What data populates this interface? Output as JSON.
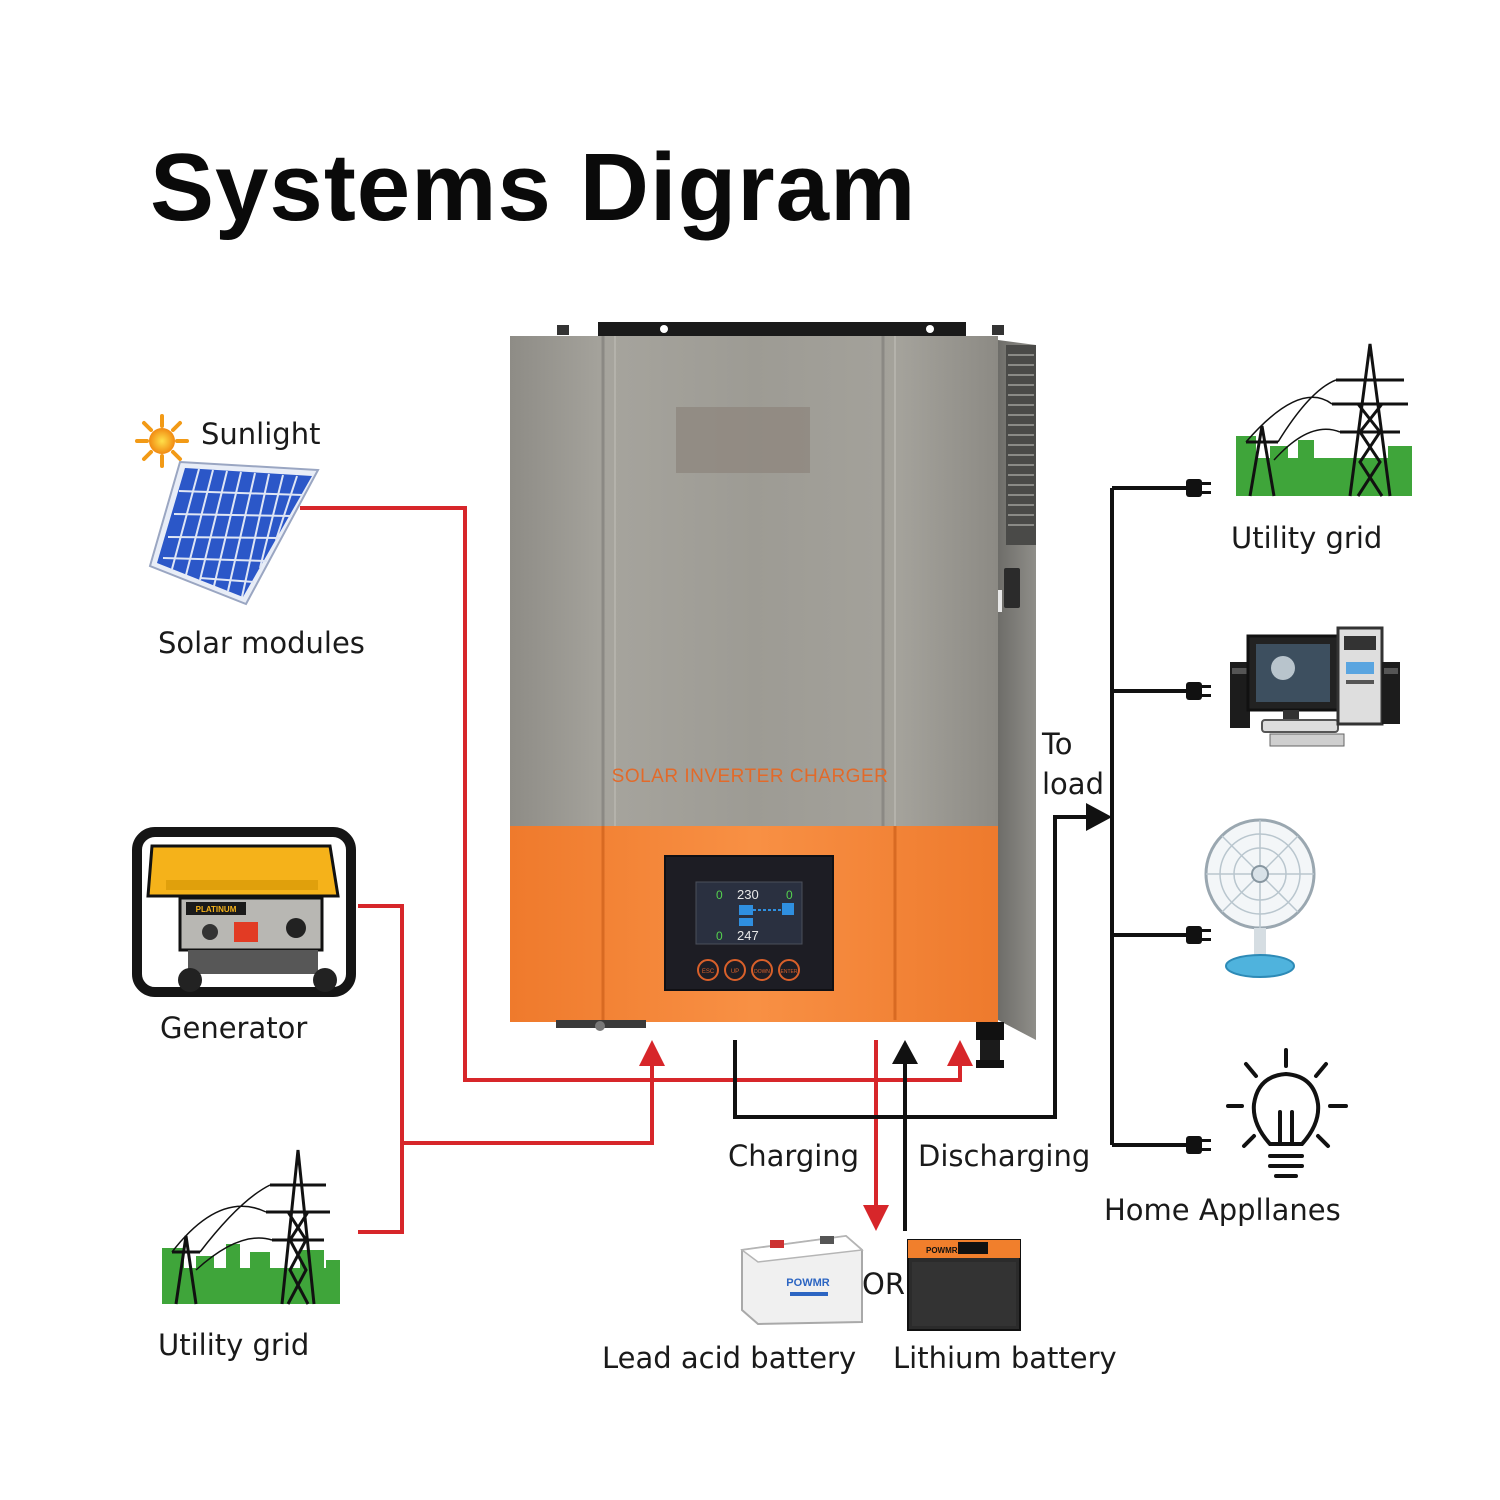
{
  "title": "Systems Digram",
  "colors": {
    "ac_line": "#d7262a",
    "dc_line": "#111111",
    "inverter_body": "#9a9890",
    "inverter_front": "#f5853a",
    "screen": "#1d1d24",
    "grass": "#3fa53a",
    "solar_cell": "#2b57c8"
  },
  "inverter": {
    "label": "SOLAR INVERTER CHARGER",
    "lcd": {
      "ac_value": "230",
      "bat_value": "247",
      "ind_a": "0",
      "ind_b": "0",
      "ind_c": "0"
    },
    "buttons": [
      "ESC",
      "UP",
      "DOWN",
      "ENTER"
    ]
  },
  "sources": {
    "sunlight": "Sunlight",
    "solar": "Solar modules",
    "generator": "Generator",
    "grid": "Utility grid"
  },
  "generator_badge": "PLATINUM",
  "to_load": {
    "line1": "To",
    "line2": "load"
  },
  "loads": {
    "utility_grid": "Utility grid",
    "home_appliances": "Home Appllanes"
  },
  "battery": {
    "charging": "Charging",
    "discharging": "Discharging",
    "or": "OR",
    "lead_acid": "Lead acid battery",
    "lithium": "Lithium battery",
    "lead_brand": "POWMR",
    "lithium_brand": "POWMR"
  }
}
